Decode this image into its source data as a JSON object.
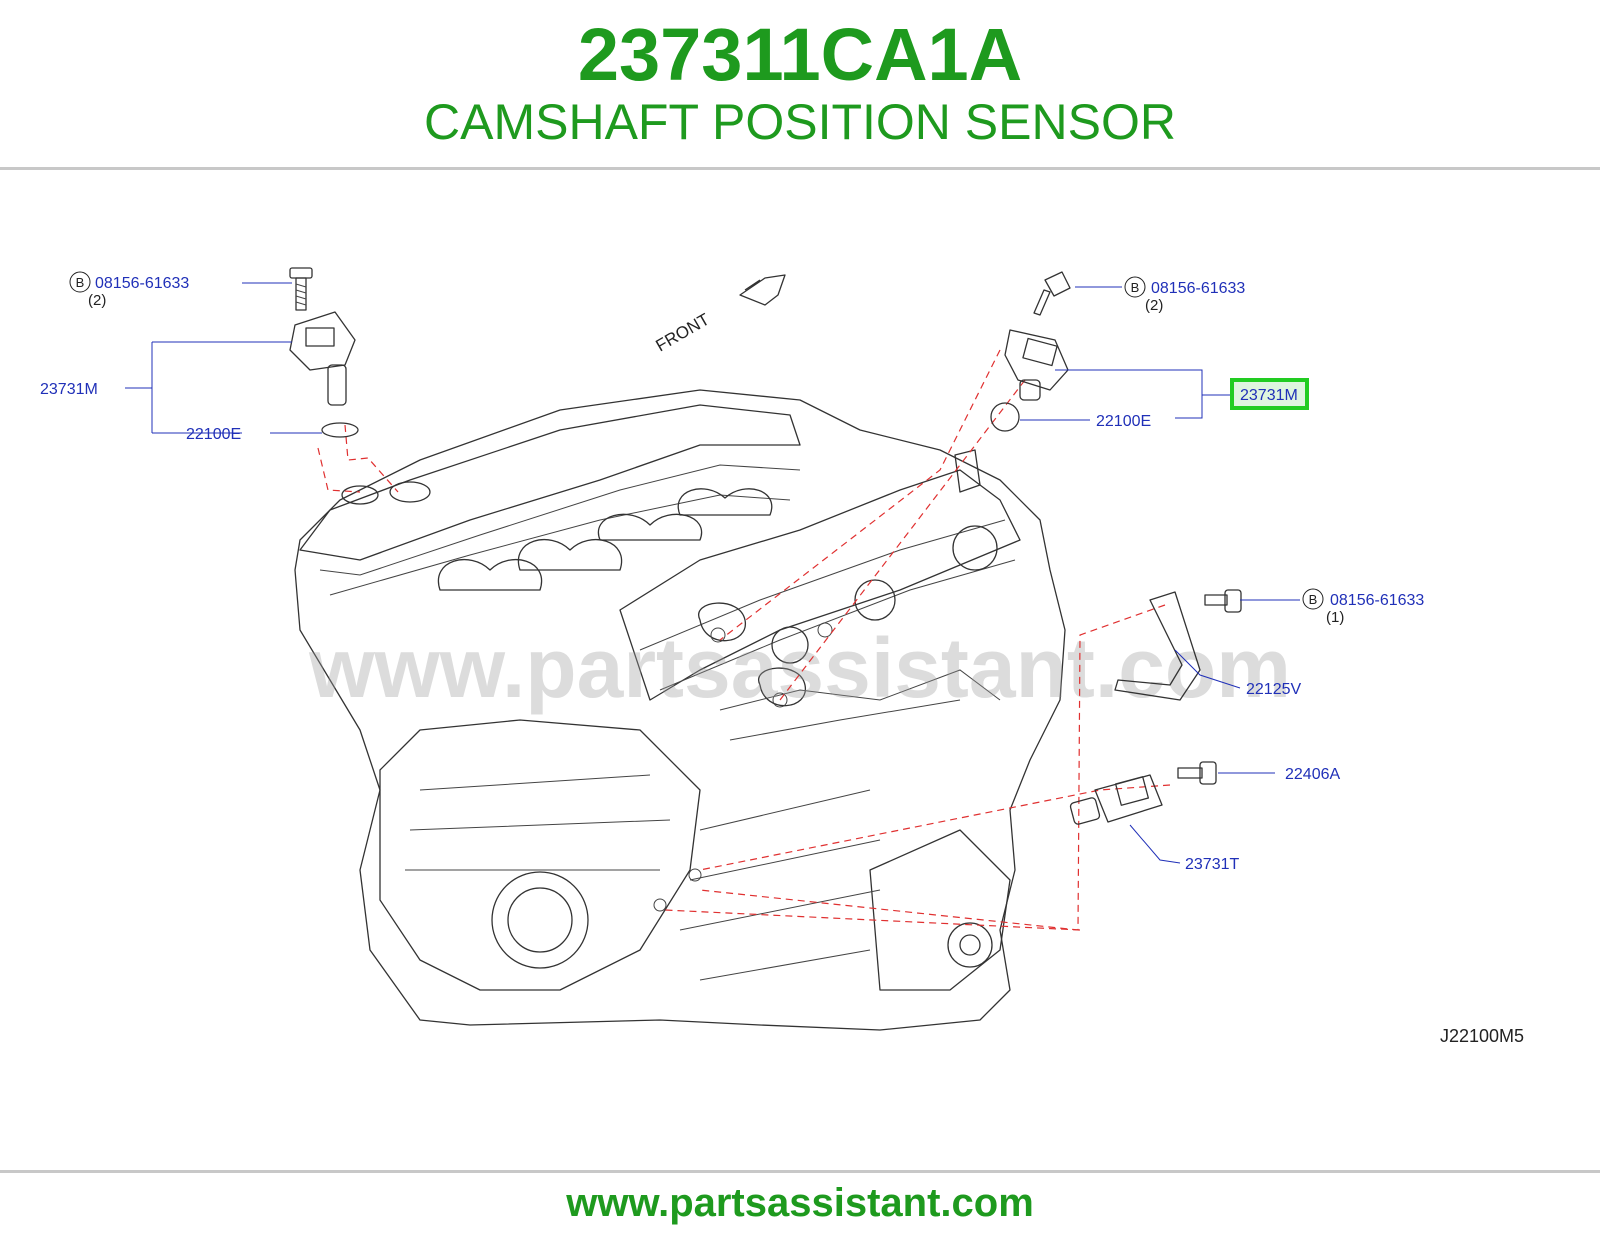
{
  "header": {
    "part_number": "237311CA1A",
    "part_name": "CAMSHAFT POSITION SENSOR"
  },
  "diagram": {
    "direction_label": "FRONT",
    "figure_code": "J22100M5",
    "watermark": "www.partsassistant.com",
    "bolt_symbol": "B",
    "callouts": {
      "bolt_left": "08156-61633",
      "bolt_left_qty": "(2)",
      "sensor_left": "23731M",
      "oring_left": "22100E",
      "bolt_right": "08156-61633",
      "bolt_right_qty": "(2)",
      "sensor_right_highlighted": "23731M",
      "oring_right": "22100E",
      "bolt_bracket": "08156-61633",
      "bolt_bracket_qty": "(1)",
      "bracket": "22125V",
      "bolt_crank": "22406A",
      "crank_sensor": "23731T"
    }
  },
  "footer": {
    "url": "www.partsassistant.com"
  },
  "colors": {
    "brand_green": "#1e9a1e",
    "callout_blue": "#2030b8",
    "highlight_green": "#22cc22",
    "dashed_red": "#e03030"
  }
}
